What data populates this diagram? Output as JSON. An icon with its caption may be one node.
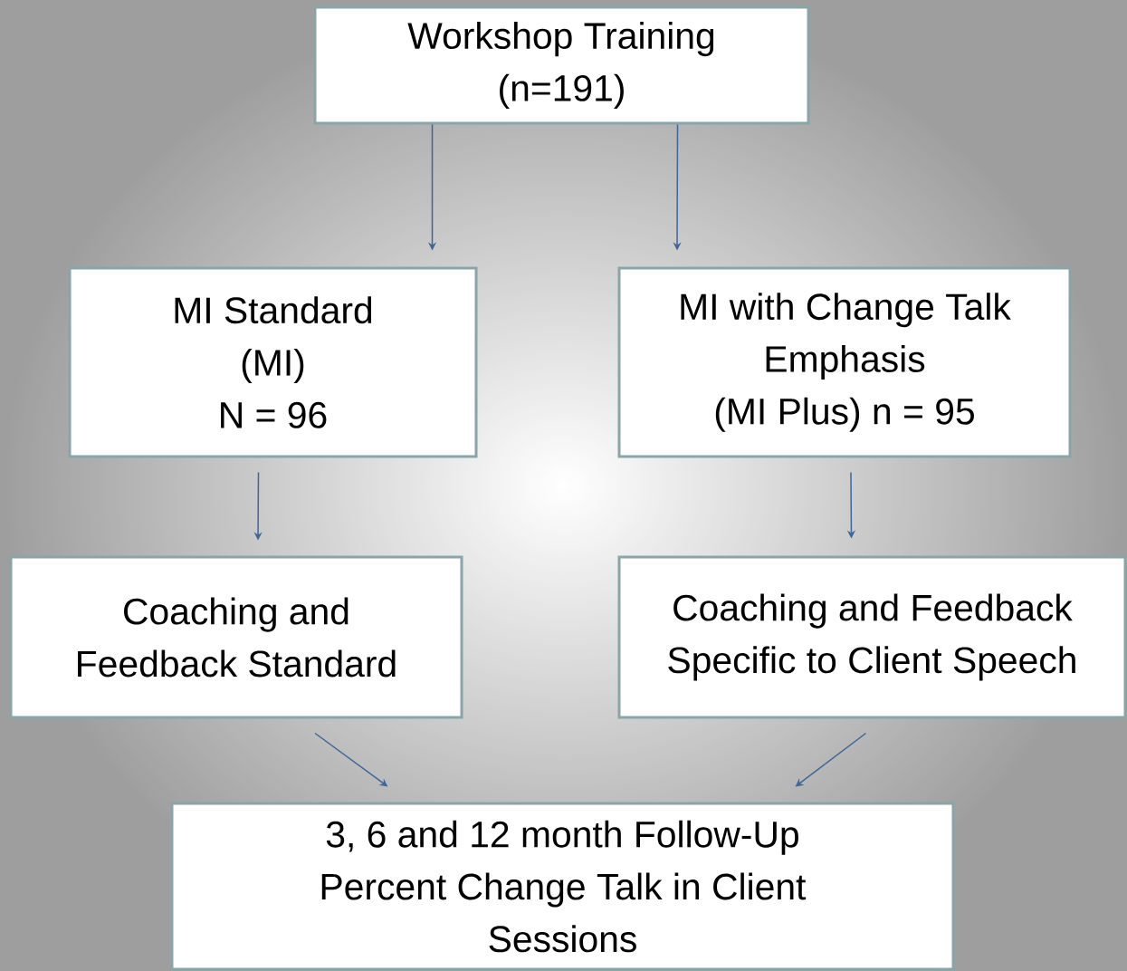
{
  "diagram": {
    "nodes": [
      {
        "text": [
          "Workshop Training",
          "(n=191)"
        ]
      },
      {
        "text": [
          "MI Standard",
          "(MI)",
          "N = 96"
        ]
      },
      {
        "text": [
          "MI with Change Talk Emphasis",
          "(MI Plus) n = 95"
        ]
      },
      {
        "text": [
          "Coaching and Feedback Standard"
        ]
      },
      {
        "text": [
          "Coaching and Feedback Specific to Client Speech"
        ]
      },
      {
        "text": [
          "3, 6 and 12 month Follow-Up Percent Change Talk in Client Sessions"
        ]
      }
    ],
    "edges": [
      {
        "from": 0,
        "to": 1,
        "arrow": "to"
      },
      {
        "from": 0,
        "to": 2,
        "arrow": "to"
      },
      {
        "from": 1,
        "to": 3,
        "arrow": "to"
      },
      {
        "from": 2,
        "to": 4,
        "arrow": "to"
      },
      {
        "from": 3,
        "to": 5,
        "arrow": "to"
      },
      {
        "from": 4,
        "to": 5,
        "arrow": "to"
      }
    ]
  }
}
